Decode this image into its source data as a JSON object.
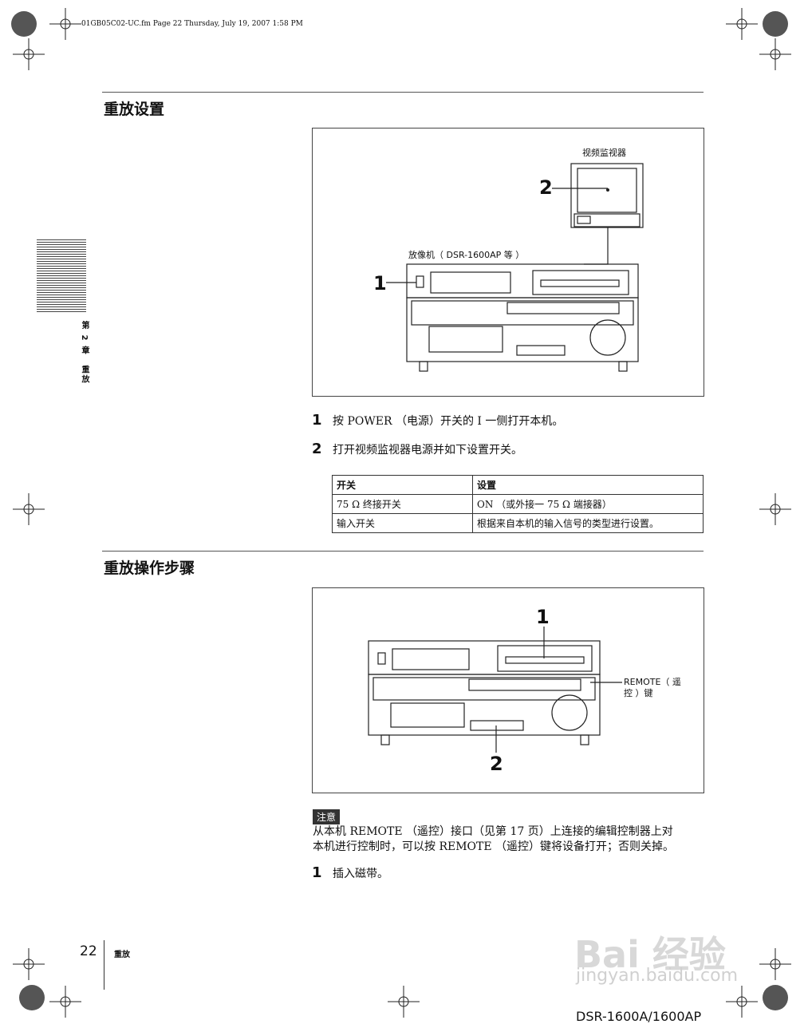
{
  "header_meta": "01GB05C02-UC.fm  Page 22  Thursday, July 19, 2007  1:58 PM",
  "section1": {
    "title": "重放设置",
    "figure": {
      "monitor_label": "视频监视器",
      "vcr_label": "放像机（ DSR-1600AP 等 ）",
      "callout_1": "1",
      "callout_2": "2"
    },
    "steps": [
      {
        "num": "1",
        "text": "按 POWER （电源）开关的 Ⅰ 一侧打开本机。"
      },
      {
        "num": "2",
        "text": "打开视频监视器电源并如下设置开关。"
      }
    ],
    "table": {
      "headers": [
        "开关",
        "设置"
      ],
      "rows": [
        [
          "75 Ω 终接开关",
          "ON （或外接一 75 Ω 端接器）"
        ],
        [
          "输入开关",
          "根据来自本机的输入信号的类型进行设置。"
        ]
      ]
    }
  },
  "section2": {
    "title": "重放操作步骤",
    "figure": {
      "callout_1": "1",
      "callout_2": "2",
      "remote_label_line1": "REMOTE（ 遥",
      "remote_label_line2": "控 ）键"
    },
    "note_badge": "注意",
    "note_line1": "从本机 REMOTE （遥控）接口（见第 17 页）上连接的编辑控制器上对",
    "note_line2": "本机进行控制时，可以按 REMOTE （遥控）键将设备打开；否则关掉。",
    "steps": [
      {
        "num": "1",
        "text": "插入磁带。"
      }
    ]
  },
  "sidebar": {
    "chapter": "第 2 章　重放"
  },
  "footer": {
    "page_number": "22",
    "section_name": "重放",
    "model": "DSR-1600A/1600AP"
  },
  "watermark": {
    "brand": "Bai 经验",
    "url": "jingyan.baidu.com"
  }
}
